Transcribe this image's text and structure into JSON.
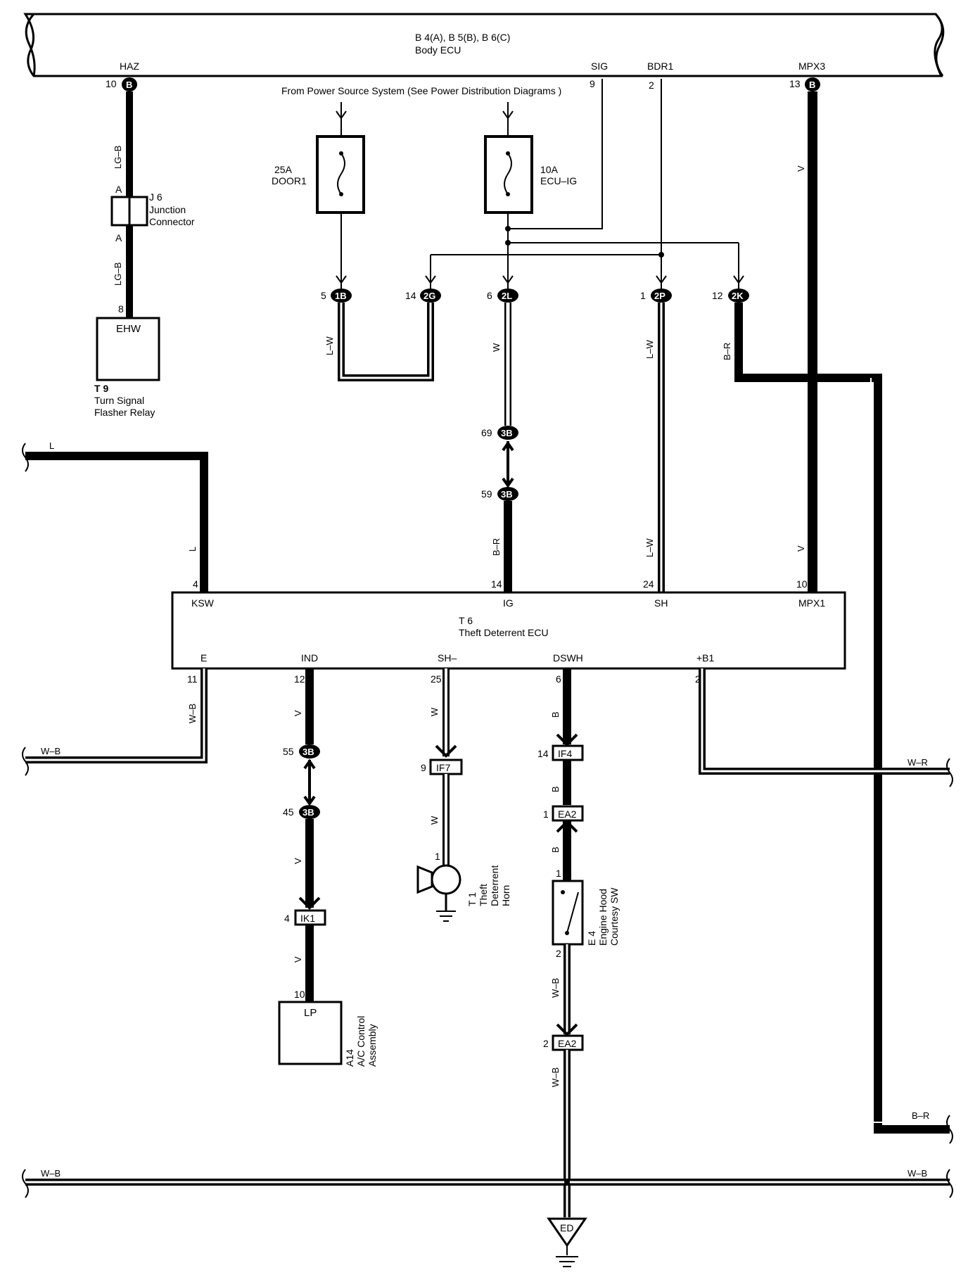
{
  "body_ecu": {
    "connectors": "B 4(A), B 5(B), B 6(C)",
    "name": "Body ECU",
    "terminals": [
      "HAZ",
      "SIG",
      "BDR1",
      "MPX3"
    ],
    "pins": [
      "10",
      "9",
      "2",
      "13"
    ],
    "connector_badges": [
      "B",
      "B"
    ]
  },
  "power_source_note": "From Power Source System (See Power Distribution Diagrams )",
  "fuses": [
    {
      "rating": "25A",
      "name": "DOOR1"
    },
    {
      "rating": "10A",
      "name": "ECU–IG"
    }
  ],
  "junction_connector": {
    "id": "J 6",
    "name_line1": "Junction",
    "name_line2": "Connector",
    "terminal": "A"
  },
  "turn_signal_relay": {
    "id": "T 9",
    "name_line1": "Turn Signal",
    "name_line2": "Flasher Relay",
    "terminal": "EHW",
    "pin": "8"
  },
  "jb_connectors": [
    {
      "pin": "5",
      "id": "1B"
    },
    {
      "pin": "14",
      "id": "2G"
    },
    {
      "pin": "6",
      "id": "2L"
    },
    {
      "pin": "1",
      "id": "2P"
    },
    {
      "pin": "12",
      "id": "2K"
    }
  ],
  "inline_connectors": [
    {
      "pin": "69",
      "id": "3B"
    },
    {
      "pin": "59",
      "id": "3B"
    },
    {
      "pin": "55",
      "id": "3B"
    },
    {
      "pin": "45",
      "id": "3B"
    }
  ],
  "theft_ecu": {
    "id": "T 6",
    "name": "Theft Deterrent ECU",
    "top_terminals": [
      {
        "name": "KSW",
        "pin": "4"
      },
      {
        "name": "IG",
        "pin": "14"
      },
      {
        "name": "SH",
        "pin": "24"
      },
      {
        "name": "MPX1",
        "pin": "10"
      }
    ],
    "bottom_terminals": [
      {
        "name": "E",
        "pin": "11"
      },
      {
        "name": "IND",
        "pin": "12"
      },
      {
        "name": "SH–",
        "pin": "25"
      },
      {
        "name": "DSWH",
        "pin": "6"
      },
      {
        "name": "+B1",
        "pin": "2"
      }
    ]
  },
  "wire_colors": {
    "lg_b": "LG–B",
    "l_w": "L–W",
    "w": "W",
    "b_r": "B–R",
    "v": "V",
    "l": "L",
    "w_b": "W–B",
    "b": "B",
    "w_r": "W–R"
  },
  "box_connectors": [
    {
      "pin": "9",
      "id": "IF7"
    },
    {
      "pin": "14",
      "id": "IF4"
    },
    {
      "pin": "1",
      "id": "EA2"
    },
    {
      "pin": "4",
      "id": "IK1"
    },
    {
      "pin": "2",
      "id": "EA2"
    }
  ],
  "horn": {
    "id": "T 1",
    "line1": "Theft",
    "line2": "Deterrent",
    "line3": "Horn",
    "pin": "1"
  },
  "hood_switch": {
    "id": "E 4",
    "line1": "Engine Hood",
    "line2": "Courtesy SW",
    "pin_top": "1",
    "pin_bottom": "2"
  },
  "ac_control": {
    "id": "A14",
    "line1": "A/C Control",
    "line2": "Assembly",
    "terminal": "LP",
    "pin": "10"
  },
  "ground": {
    "id": "ED"
  }
}
